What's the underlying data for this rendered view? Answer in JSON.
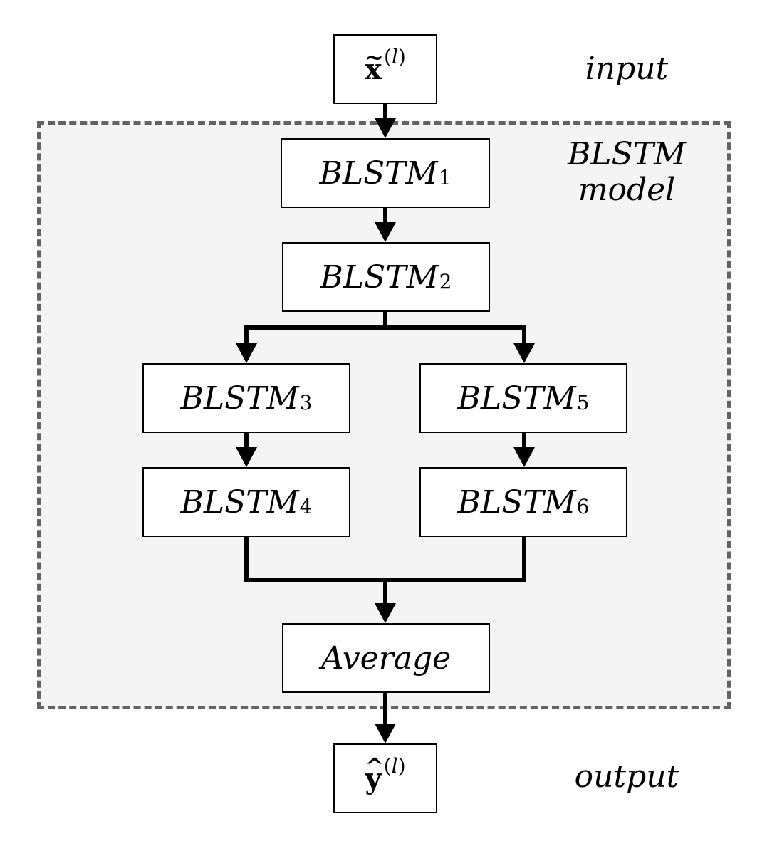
{
  "diagram": {
    "region": {
      "line1": "BLSTM",
      "line2": "model"
    },
    "labels": {
      "input": "input",
      "output": "output"
    },
    "input_node": {
      "variable": "x",
      "accent": "~",
      "superscript": "l"
    },
    "output_node": {
      "variable": "y",
      "accent": "^",
      "superscript": "l"
    },
    "nodes": [
      {
        "base": "BLSTM",
        "sub": "1"
      },
      {
        "base": "BLSTM",
        "sub": "2"
      },
      {
        "base": "BLSTM",
        "sub": "3"
      },
      {
        "base": "BLSTM",
        "sub": "4"
      },
      {
        "base": "BLSTM",
        "sub": "5"
      },
      {
        "base": "BLSTM",
        "sub": "6"
      }
    ],
    "average": {
      "label": "Average"
    },
    "colors": {
      "region_fill": "#f4f4f4",
      "region_border": "#636363",
      "line": "#000000"
    }
  }
}
